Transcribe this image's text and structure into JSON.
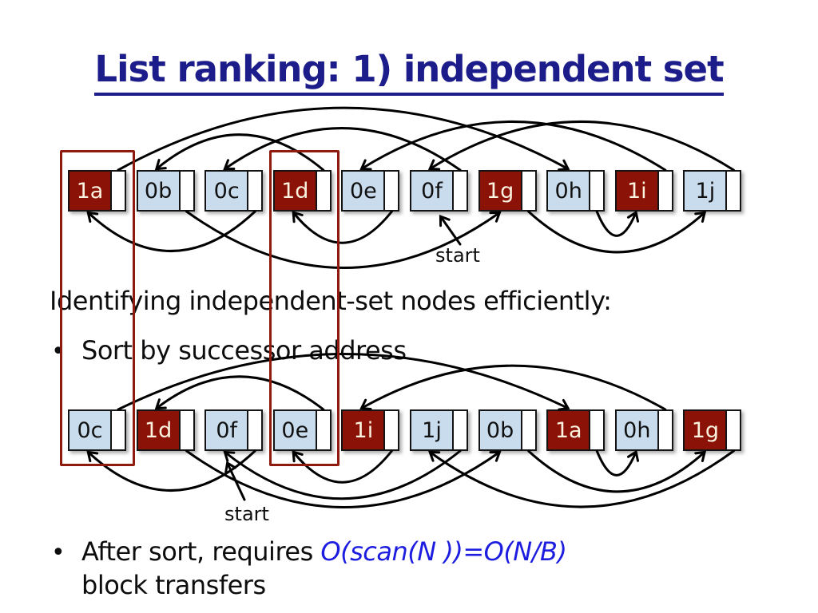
{
  "slide": {
    "title": "List ranking: 1) independent set",
    "heading": "Identifying independent-set nodes efficiently:",
    "bullet1": {
      "marker": "•",
      "text": "Sort by successor address"
    },
    "bullet2": {
      "marker": "•",
      "text_prefix": "After sort, requires ",
      "math": "O(scan(N ))=O(N/B)",
      "text_line2": "block transfers"
    },
    "start_label_top": "start",
    "start_label_bottom": "start"
  },
  "colors": {
    "selected_node": "#8b1206",
    "unselected_node": "#c9dcee",
    "highlight_box": "#8f1a0e",
    "title": "#1c1c8a",
    "math": "#1d1de0"
  },
  "list_top": {
    "description": "linked list in memory order, labels = coin flip + address",
    "nodes": [
      {
        "label": "1a",
        "selected": true
      },
      {
        "label": "0b",
        "selected": false
      },
      {
        "label": "0c",
        "selected": false
      },
      {
        "label": "1d",
        "selected": true
      },
      {
        "label": "0e",
        "selected": false
      },
      {
        "label": "0f",
        "selected": false
      },
      {
        "label": "1g",
        "selected": true
      },
      {
        "label": "0h",
        "selected": false
      },
      {
        "label": "1i",
        "selected": true
      },
      {
        "label": "1j",
        "selected": false
      }
    ],
    "edges": [
      {
        "from": "1a",
        "to": "0h",
        "side": "above"
      },
      {
        "from": "1d",
        "to": "0b",
        "side": "above"
      },
      {
        "from": "0f",
        "to": "0c",
        "side": "above"
      },
      {
        "from": "1i",
        "to": "0e",
        "side": "above"
      },
      {
        "from": "1j",
        "to": "0f",
        "side": "above"
      },
      {
        "from": "0b",
        "to": "1g",
        "side": "below"
      },
      {
        "from": "0c",
        "to": "1a",
        "side": "below"
      },
      {
        "from": "0e",
        "to": "1d",
        "side": "below"
      },
      {
        "from": "1g",
        "to": "1j",
        "side": "below"
      },
      {
        "from": "0h",
        "to": "1i",
        "side": "below"
      }
    ],
    "start_target": "0f"
  },
  "list_sorted": {
    "description": "same list sorted by successor address",
    "nodes": [
      {
        "label": "0c",
        "selected": false
      },
      {
        "label": "1d",
        "selected": true
      },
      {
        "label": "0f",
        "selected": false
      },
      {
        "label": "0e",
        "selected": false
      },
      {
        "label": "1i",
        "selected": true
      },
      {
        "label": "1j",
        "selected": false
      },
      {
        "label": "0b",
        "selected": false
      },
      {
        "label": "1a",
        "selected": true
      },
      {
        "label": "0h",
        "selected": false
      },
      {
        "label": "1g",
        "selected": true
      }
    ],
    "edges": [
      {
        "from": "0c",
        "to": "1a",
        "side": "above"
      },
      {
        "from": "0e",
        "to": "1d",
        "side": "above"
      },
      {
        "from": "0h",
        "to": "1i",
        "side": "above"
      },
      {
        "from": "0f",
        "to": "0c",
        "side": "below"
      },
      {
        "from": "1j",
        "to": "0f",
        "side": "below"
      },
      {
        "from": "1i",
        "to": "0e",
        "side": "below"
      },
      {
        "from": "1d",
        "to": "0b",
        "side": "below"
      },
      {
        "from": "0b",
        "to": "1g",
        "side": "below"
      },
      {
        "from": "1a",
        "to": "0h",
        "side": "below"
      },
      {
        "from": "1g",
        "to": "1j",
        "side": "below"
      }
    ],
    "start_target": "0f"
  }
}
